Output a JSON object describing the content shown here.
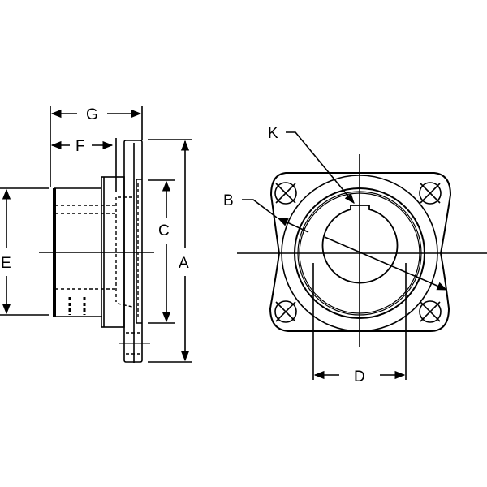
{
  "diagram": {
    "type": "engineering-drawing",
    "subject": "4-bolt flange mount hub",
    "views": {
      "side": {
        "labels": {
          "G": "G",
          "F": "F",
          "E": "E",
          "C": "C",
          "A": "A"
        }
      },
      "front": {
        "labels": {
          "K": "K",
          "B": "B",
          "D": "D"
        }
      }
    },
    "colors": {
      "line": "#000000",
      "background": "#ffffff"
    }
  }
}
